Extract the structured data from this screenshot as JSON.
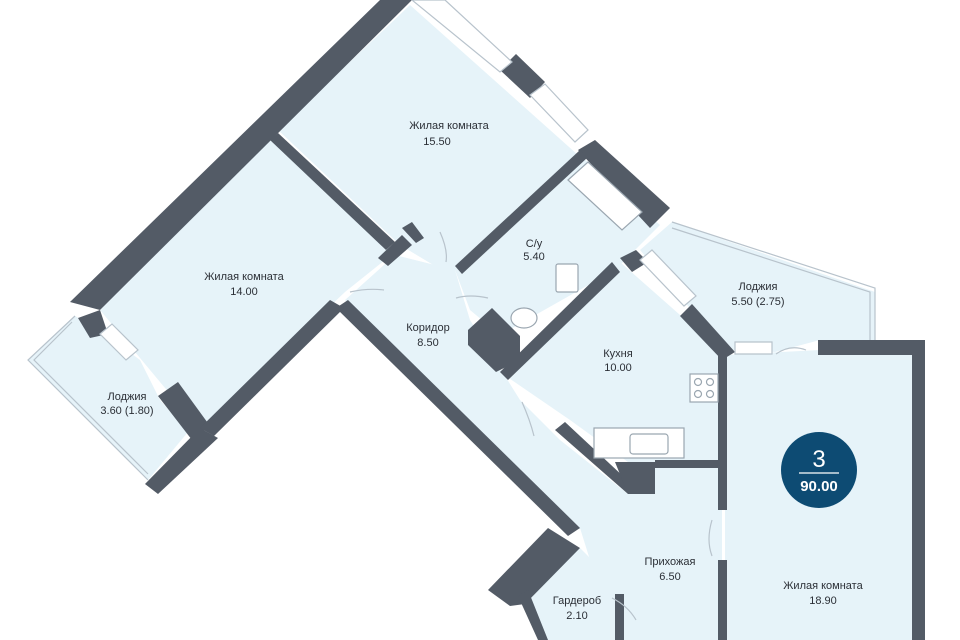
{
  "colors": {
    "room": "#e6f3f9",
    "wall": "#535b66",
    "badge": "#0d4b73"
  },
  "rooms": [
    {
      "id": "living1",
      "name": "Жилая комната",
      "area": "15.50"
    },
    {
      "id": "living2",
      "name": "Жилая комната",
      "area": "14.00"
    },
    {
      "id": "bathroom",
      "name": "С/у",
      "area": "5.40"
    },
    {
      "id": "loggia1",
      "name": "Лоджия",
      "area": "5.50 (2.75)"
    },
    {
      "id": "corridor",
      "name": "Коридор",
      "area": "8.50"
    },
    {
      "id": "kitchen",
      "name": "Кухня",
      "area": "10.00"
    },
    {
      "id": "loggia2",
      "name": "Лоджия",
      "area": "3.60 (1.80)"
    },
    {
      "id": "hallway",
      "name": "Прихожая",
      "area": "6.50"
    },
    {
      "id": "wardrobe",
      "name": "Гардероб",
      "area": "2.10"
    },
    {
      "id": "living3",
      "name": "Жилая комната",
      "area": "18.90"
    }
  ],
  "badge": {
    "rooms_count": "3",
    "total_area": "90.00"
  }
}
